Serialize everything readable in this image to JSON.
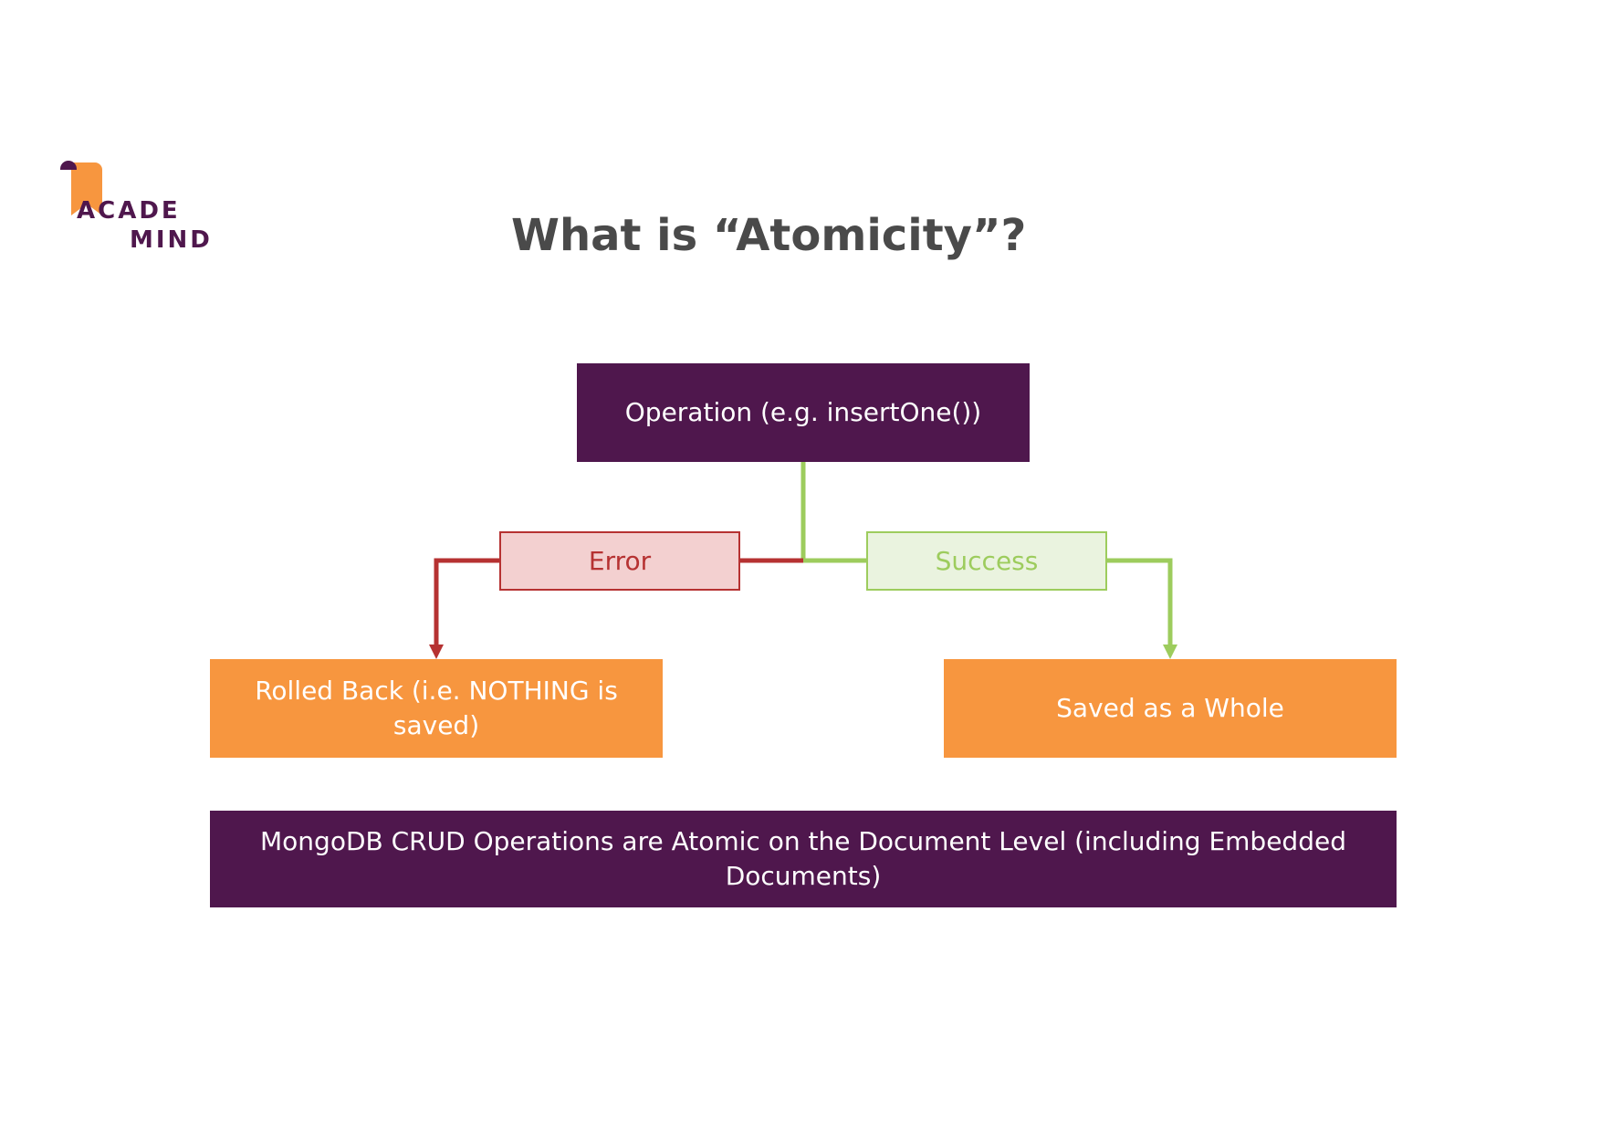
{
  "logo": {
    "line1": "ACADE",
    "line2": "MIND",
    "brand_color": "#4f174d",
    "accent_color": "#f7963f"
  },
  "title": "What is “Atomicity”?",
  "diagram": {
    "operation": "Operation (e.g. insertOne())",
    "error_label": "Error",
    "success_label": "Success",
    "rollback": "Rolled Back (i.e. NOTHING is saved)",
    "saved": "Saved as a Whole",
    "footer_note": "MongoDB CRUD Operations are Atomic on the Document Level (including Embedded Documents)"
  },
  "colors": {
    "primary": "#4f174d",
    "orange": "#f7963f",
    "error": "#b63232",
    "error_fill": "#f3d0d0",
    "success": "#9dcc5d",
    "success_fill": "#eaf3df",
    "title": "#4a4a4a"
  }
}
